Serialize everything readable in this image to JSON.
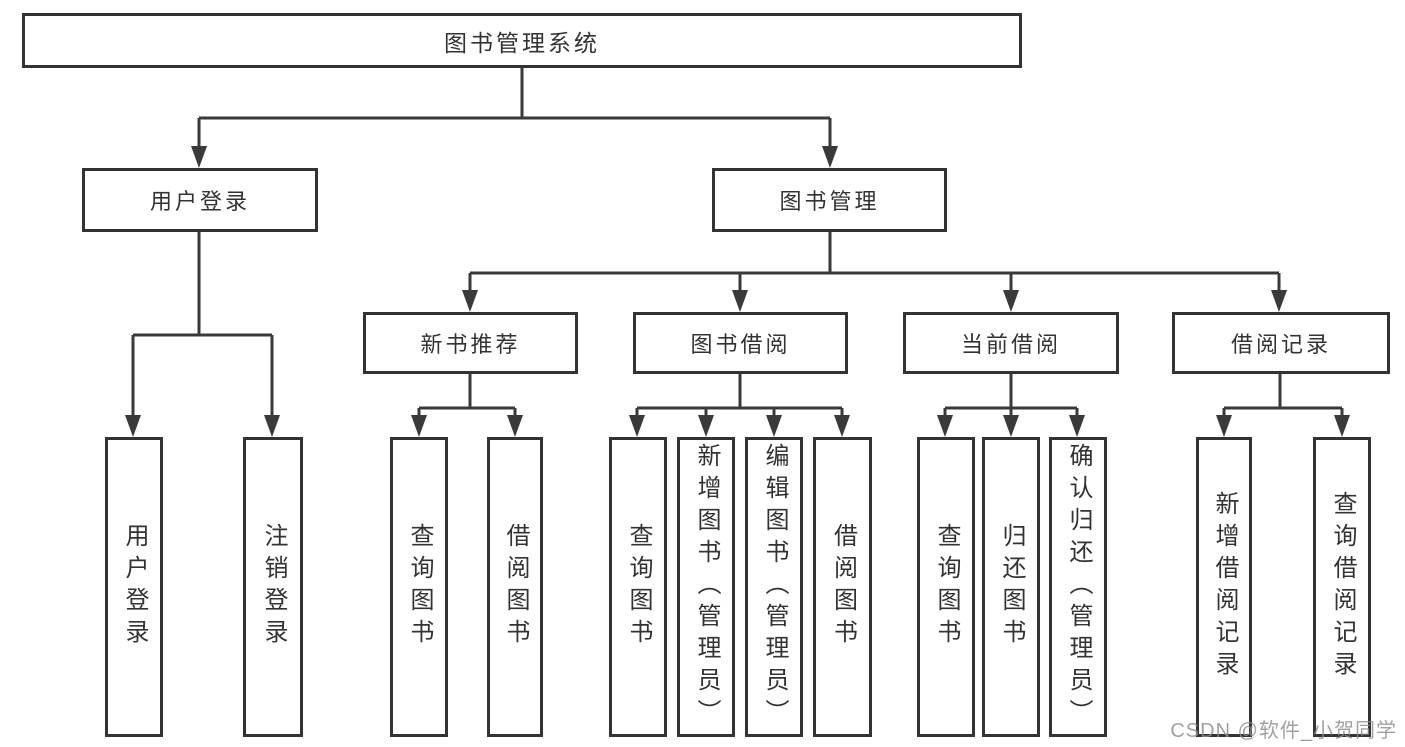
{
  "colors": {
    "line": "#3a3a3a",
    "box_border": "#333333",
    "text": "#333333",
    "background": "#ffffff",
    "watermark": "#8c8c8c"
  },
  "watermark": {
    "text": "CSDN @软件_小贺同学"
  },
  "diagram": {
    "root": "图书管理系统",
    "branches": [
      {
        "label": "用户登录",
        "children": [
          "用户登录",
          "注销登录"
        ]
      },
      {
        "label": "图书管理",
        "sections": [
          {
            "label": "新书推荐",
            "children": [
              "查询图书",
              "借阅图书"
            ]
          },
          {
            "label": "图书借阅",
            "children": [
              "查询图书",
              "新增图书（管理员）",
              "编辑图书（管理员）",
              "借阅图书"
            ]
          },
          {
            "label": "当前借阅",
            "children": [
              "查询图书",
              "归还图书",
              "确认归还（管理员）"
            ]
          },
          {
            "label": "借阅记录",
            "children": [
              "新增借阅记录",
              "查询借阅记录"
            ]
          }
        ]
      }
    ]
  }
}
